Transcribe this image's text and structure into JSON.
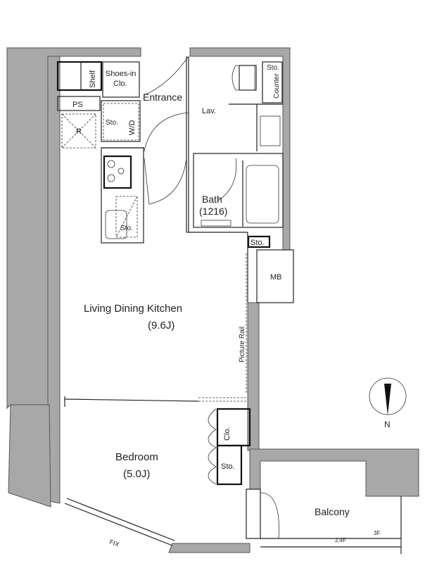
{
  "plan": {
    "rooms": {
      "shelf": "Shelf",
      "shoes_in_clo_1": "Shoes-in",
      "shoes_in_clo_2": "Clo.",
      "entrance": "Entrance",
      "ps": "PS",
      "r": "R",
      "sto_wd": "Sto.",
      "wd": "W/D",
      "lav": "Lav.",
      "sto_lav": "Sto.",
      "counter": "Counter",
      "bath": "Bath",
      "bath_size": "(1216)",
      "sto_hall": "Sto.",
      "mb": "MB",
      "sto_kitchen": "Sto.",
      "ldk": "Living Dining Kitchen",
      "ldk_size": "(9.6J)",
      "picture_rail": "Picture Rail",
      "clo_bedroom": "Clo.",
      "sto_bedroom": "Sto.",
      "bedroom": "Bedroom",
      "bedroom_size": "(5.0J)",
      "balcony": "Balcony",
      "fix": "FIX",
      "floor_3f": "3F",
      "floor_24f": "2,4F"
    },
    "compass": {
      "north": "N"
    }
  }
}
